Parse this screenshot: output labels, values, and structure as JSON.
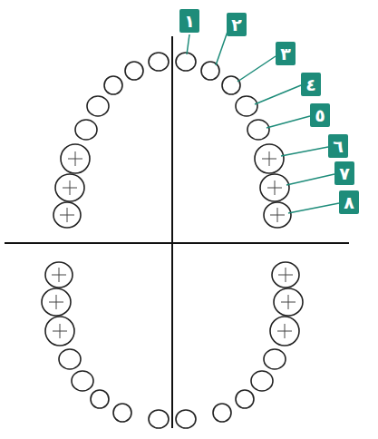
{
  "diagram": {
    "labels": [
      "١",
      "٢",
      "٣",
      "٤",
      "٥",
      "٦",
      "٧",
      "٨"
    ]
  }
}
